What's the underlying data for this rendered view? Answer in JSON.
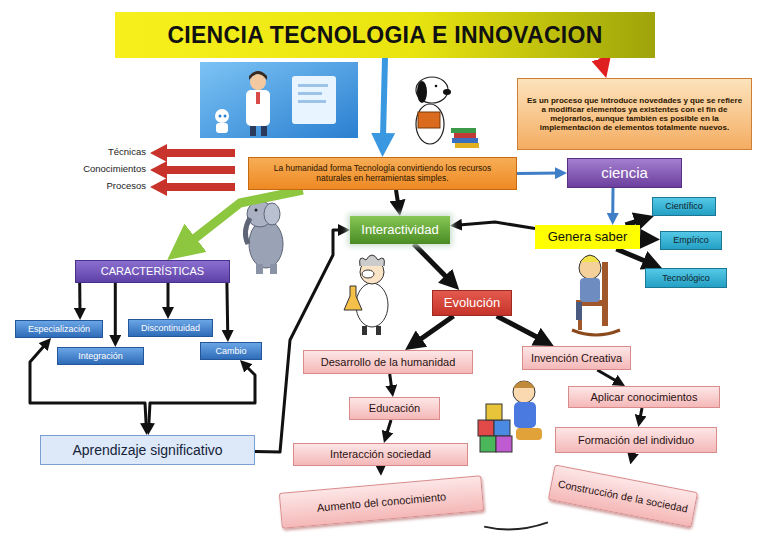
{
  "diagram": {
    "nodes": [
      {
        "text": [
          "CIENCIA TECNOLOGIA E INNOVACION"
        ]
      },
      {
        "text": [
          "Es un proceso que introduce novedades y que se refiere a modificar elementos ya existentes con el fin de mejorarlos, aunque también es posible en la implementación de elementos totalmente nuevos."
        ]
      },
      {
        "text": [
          "La humanidad forma Tecnología convirtiendo los recursos naturales en herramientas simples."
        ]
      },
      {
        "text": [
          "ciencia"
        ]
      },
      {
        "text": [
          "Interactividad"
        ]
      },
      {
        "text": [
          "Genera saber"
        ]
      },
      {
        "text": [
          "Científico"
        ]
      },
      {
        "text": [
          "Empírico"
        ]
      },
      {
        "text": [
          "Tecnológico"
        ]
      },
      {
        "text": [
          "CARACTERÍSTICAS"
        ]
      },
      {
        "text": [
          "Especialización"
        ]
      },
      {
        "text": [
          "Discontinuidad"
        ]
      },
      {
        "text": [
          "Integración"
        ]
      },
      {
        "text": [
          "Cambio"
        ]
      },
      {
        "text": [
          "Evolución"
        ]
      },
      {
        "text": [
          "Desarrollo de la humanidad"
        ]
      },
      {
        "text": [
          "Invención Creativa"
        ]
      },
      {
        "text": [
          "Educación"
        ]
      },
      {
        "text": [
          "Aplicar conocimientos"
        ]
      },
      {
        "text": [
          "Aprendizaje significativo"
        ]
      },
      {
        "text": [
          "Interacción sociedad"
        ]
      },
      {
        "text": [
          "Formación del individuo"
        ]
      },
      {
        "text": [
          "Aumento del conocimiento"
        ]
      },
      {
        "text": [
          "Construcción de la sociedad"
        ]
      }
    ],
    "edges": [
      {
        "from": 0,
        "to": 2,
        "arrow": "to"
      },
      {
        "from": 0,
        "to": 1,
        "arrow": "to"
      },
      {
        "from": 2,
        "to": 3,
        "arrow": "to"
      },
      {
        "from": 2,
        "to": 4,
        "arrow": "to"
      },
      {
        "from": 2,
        "to": 9,
        "arrow": "to"
      },
      {
        "from": 3,
        "to": 5,
        "arrow": "to"
      },
      {
        "from": 5,
        "to": 6,
        "arrow": "to"
      },
      {
        "from": 5,
        "to": 7,
        "arrow": "to"
      },
      {
        "from": 5,
        "to": 8,
        "arrow": "to"
      },
      {
        "from": 5,
        "to": 4,
        "arrow": "to"
      },
      {
        "from": 4,
        "to": 14,
        "arrow": "to"
      },
      {
        "from": 14,
        "to": 15,
        "arrow": "to"
      },
      {
        "from": 14,
        "to": 16,
        "arrow": "to"
      },
      {
        "from": 9,
        "to": 10,
        "arrow": "to"
      },
      {
        "from": 9,
        "to": 11,
        "arrow": "to"
      },
      {
        "from": 9,
        "to": 12,
        "arrow": "to"
      },
      {
        "from": 9,
        "to": 13,
        "arrow": "to"
      },
      {
        "from": 10,
        "to": 19,
        "arrow": "both"
      },
      {
        "from": 13,
        "to": 19,
        "arrow": "both"
      },
      {
        "from": 19,
        "to": 4,
        "arrow": "to"
      },
      {
        "from": 15,
        "to": 17,
        "arrow": "to"
      },
      {
        "from": 17,
        "to": 20,
        "arrow": "to"
      },
      {
        "from": 20,
        "to": 22,
        "arrow": "to"
      },
      {
        "from": 16,
        "to": 18,
        "arrow": "to"
      },
      {
        "from": 18,
        "to": 21,
        "arrow": "to"
      },
      {
        "from": 21,
        "to": 23,
        "arrow": "to"
      },
      {
        "from": 22,
        "to": 23,
        "arrow": "none"
      }
    ],
    "labels": [
      "Técnicas",
      "Conocimientos",
      "Procesos"
    ]
  }
}
